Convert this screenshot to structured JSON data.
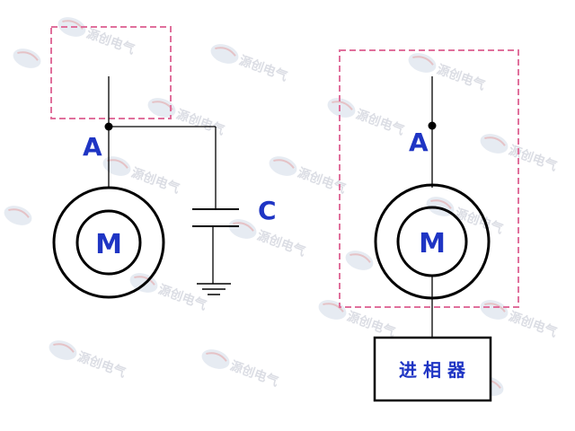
{
  "left_circuit": {
    "node_label": "A",
    "motor_label": "M",
    "capacitor_label": "C"
  },
  "right_circuit": {
    "node_label": "A",
    "motor_label": "M",
    "phase_advancer_label": "进 相 器"
  },
  "watermark": {
    "text": "源创电气"
  },
  "colors": {
    "label": "#1f35c4",
    "dashed_box": "#e0709c",
    "line": "#000000"
  }
}
